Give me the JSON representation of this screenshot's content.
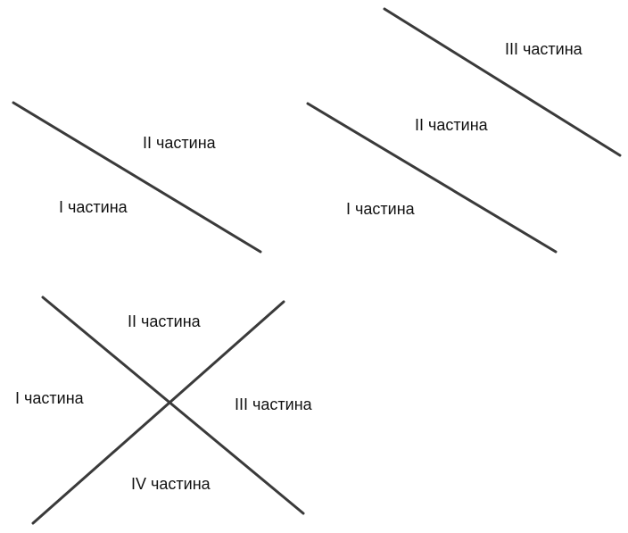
{
  "colors": {
    "background": "#ffffff",
    "line": "#3a3a3a",
    "text": "#111111"
  },
  "diagrams": [
    {
      "id": "one-line",
      "labels": [
        "I частина",
        "II частина"
      ]
    },
    {
      "id": "two-parallel-lines",
      "labels": [
        "I частина",
        "II частина",
        "III частина"
      ]
    },
    {
      "id": "two-crossing-lines",
      "labels": [
        "I частина",
        "II частина",
        "III частина",
        "IV частина"
      ]
    }
  ]
}
